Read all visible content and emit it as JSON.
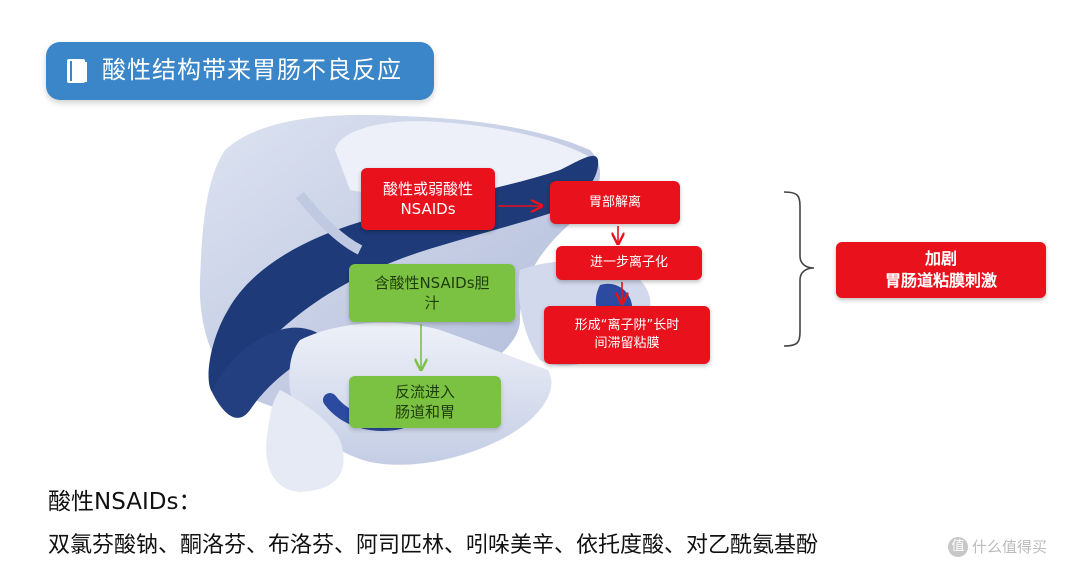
{
  "title": "酸性结构带来胃肠不良反应",
  "icons": {
    "title_icon": "book-icon"
  },
  "colors": {
    "banner": "#3a86c8",
    "red_box": "#e8111c",
    "green_box": "#7bc142",
    "organ_dark": "#1e3a78",
    "organ_light": "#c9d2e8"
  },
  "boxes": {
    "acid": "酸性或弱酸性\nNSAIDs",
    "stomach": "胃部解离",
    "ion": "进一步离子化",
    "trap": "形成“离子阱”长时\n间滞留粘膜",
    "bile": "含酸性NSAIDs胆\n汁",
    "reflux": "反流进入\n肠道和胃",
    "result": "加剧\n胃肠道粘膜刺激"
  },
  "list": {
    "heading": "酸性NSAIDs：",
    "items": "双氯芬酸钠、酮洛芬、布洛芬、阿司匹林、吲哚美辛、依托度酸、对乙酰氨基酚"
  },
  "watermark": {
    "icon_char": "值",
    "text": "什么值得买"
  }
}
